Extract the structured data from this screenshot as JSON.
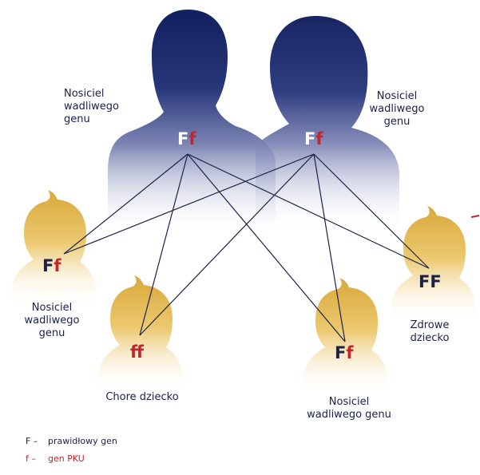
{
  "parents": [
    {
      "label": [
        "Nosiciel",
        "wadliwego",
        "genu"
      ],
      "genotype": [
        "F",
        "f"
      ]
    },
    {
      "label": [
        "Nosiciel",
        "wadliwego",
        "genu"
      ],
      "genotype": [
        "F",
        "f"
      ]
    }
  ],
  "children": [
    {
      "label": [
        "Nosiciel",
        "wadliwego",
        "genu"
      ],
      "genotype": [
        "F",
        "f"
      ]
    },
    {
      "label": [
        "Chore dziecko"
      ],
      "genotype": [
        "f",
        "f"
      ]
    },
    {
      "label": [
        "Nosiciel",
        "wadliwego genu"
      ],
      "genotype": [
        "F",
        "f"
      ]
    },
    {
      "label": [
        "Zdrowe",
        "dziecko"
      ],
      "genotype": [
        "F",
        "F"
      ]
    }
  ],
  "legend": [
    {
      "key": "F –",
      "text": "prawidłowy gen",
      "color": "#1b2147"
    },
    {
      "key": "f –",
      "text": "gen PKU",
      "color": "#c0272d"
    }
  ],
  "colors": {
    "parent_silhouette": "#1b2a6b",
    "child_silhouette": "#e0b84c",
    "normal_gene": "#1b2147",
    "pku_gene": "#c0272d",
    "lines": "#1b2147"
  }
}
